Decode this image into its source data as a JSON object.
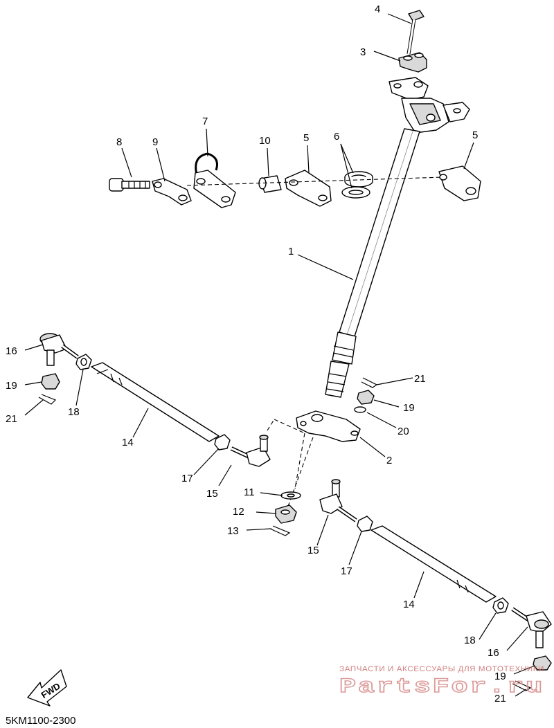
{
  "diagram_code": "5KM1100-2300",
  "fwd_label": "FWD",
  "watermark": {
    "tagline": "ЗАПЧАСТИ И АКСЕССУАРЫ ДЛЯ МОТОТЕХНИКИ",
    "brand": "PartsFor.ru"
  },
  "callouts": [
    "4",
    "3",
    "7",
    "8",
    "9",
    "10",
    "5",
    "6",
    "5",
    "1",
    "16",
    "19",
    "21",
    "18",
    "14",
    "21",
    "19",
    "20",
    "2",
    "17",
    "15",
    "11",
    "12",
    "13",
    "15",
    "17",
    "14",
    "18",
    "16",
    "19",
    "21"
  ]
}
